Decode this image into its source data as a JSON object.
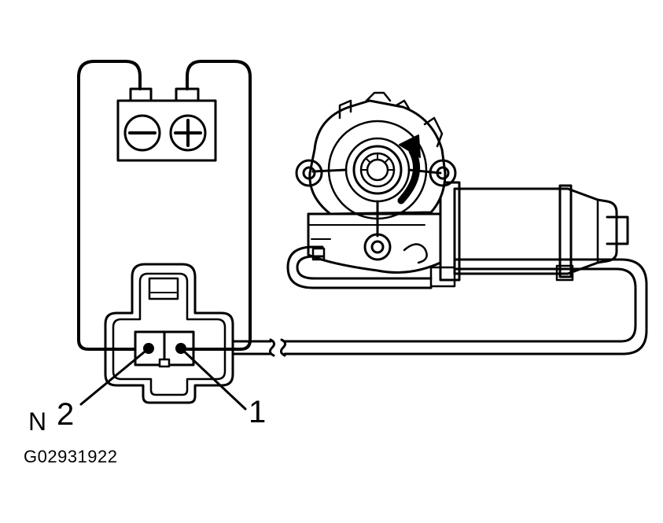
{
  "labels": {
    "connector_side": "N",
    "terminal_2": "2",
    "terminal_1": "1",
    "figure_id": "G02931922"
  },
  "icons": {
    "battery": "battery-icon",
    "negative": "minus-icon",
    "positive": "plus-icon",
    "rotation": "rotation-arrow-icon",
    "motor": "power-window-motor-icon",
    "connector": "connector-icon"
  },
  "colors": {
    "line": "#000000",
    "background": "#ffffff"
  }
}
